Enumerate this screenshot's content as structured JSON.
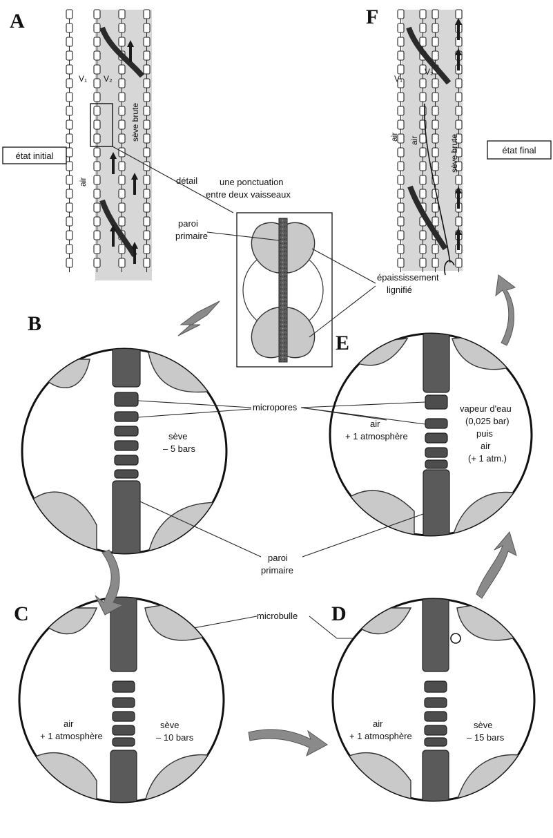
{
  "panels": {
    "a": {
      "letter": "A",
      "state_label": "état initial",
      "v1": "V₁",
      "v2": "V₂",
      "air": "air",
      "sap": "sève brute"
    },
    "f": {
      "letter": "F",
      "state_label": "état final",
      "v1": "V₁",
      "v2": "V₂",
      "air1": "air",
      "air2": "air",
      "sap": "sève brute"
    },
    "detail": {
      "detail_label": "détail",
      "title_line1": "une ponctuation",
      "title_line2": "entre deux vaisseaux",
      "paroi_line1": "paroi",
      "paroi_line2": "primaire",
      "thick_line1": "épaississement",
      "thick_line2": "lignifié"
    },
    "b": {
      "letter": "B",
      "sap_line1": "sève",
      "sap_line2": "– 5 bars"
    },
    "c": {
      "letter": "C",
      "air_line1": "air",
      "air_line2": "+ 1 atmosphère",
      "sap_line1": "sève",
      "sap_line2": "– 10 bars"
    },
    "d": {
      "letter": "D",
      "air_line1": "air",
      "air_line2": "+ 1 atmosphère",
      "sap_line1": "sève",
      "sap_line2": "– 15 bars"
    },
    "e": {
      "letter": "E",
      "air_line1": "air",
      "air_line2": "+ 1 atmosphère",
      "vap_line1": "vapeur d'eau",
      "vap_line2": "(0,025 bar)",
      "vap_line3": "puis",
      "vap_line4": "air",
      "vap_line5": "(+ 1 atm.)"
    },
    "shared": {
      "micropores": "micropores",
      "paroi_line1": "paroi",
      "paroi_line2": "primaire",
      "microbulle": "microbulle"
    }
  },
  "colors": {
    "background": "#ffffff",
    "ink": "#111111",
    "wall": "#4d4d4d",
    "bulge": "#c9c9c9",
    "arrow": "#8a8a8a"
  }
}
